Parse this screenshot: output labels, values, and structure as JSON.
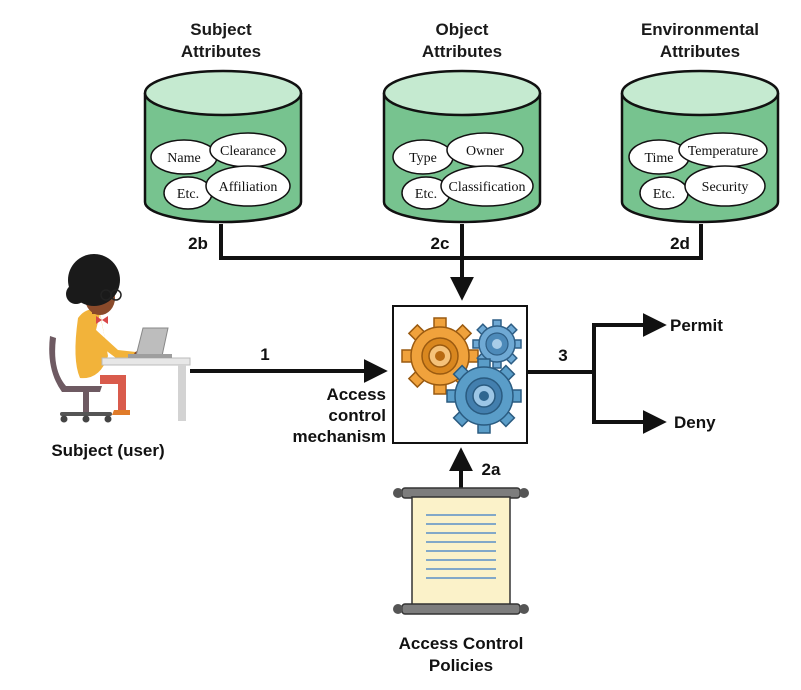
{
  "databases": {
    "subject": {
      "title_line1": "Subject",
      "title_line2": "Attributes",
      "label": "2b",
      "items": [
        "Name",
        "Clearance",
        "Etc.",
        "Affiliation"
      ]
    },
    "object": {
      "title_line1": "Object",
      "title_line2": "Attributes",
      "label": "2c",
      "items": [
        "Type",
        "Owner",
        "Etc.",
        "Classification"
      ]
    },
    "environmental": {
      "title_line1": "Environmental",
      "title_line2": "Attributes",
      "label": "2d",
      "items": [
        "Time",
        "Temperature",
        "Etc.",
        "Security"
      ]
    }
  },
  "subject_user": {
    "label": "Subject (user)",
    "arrow_label": "1"
  },
  "mechanism": {
    "line1": "Access",
    "line2": "control",
    "line3": "mechanism"
  },
  "policies": {
    "line1": "Access Control",
    "line2": "Policies",
    "arrow_label": "2a"
  },
  "decision": {
    "arrow_label": "3",
    "permit": "Permit",
    "deny": "Deny"
  },
  "colors": {
    "cylinder_body": "#77c38f",
    "cylinder_top": "#c5ead0",
    "gear_orange": "#f0a23c",
    "gear_blue": "#5a9dc8",
    "scroll_paper": "#fbf2c9"
  }
}
